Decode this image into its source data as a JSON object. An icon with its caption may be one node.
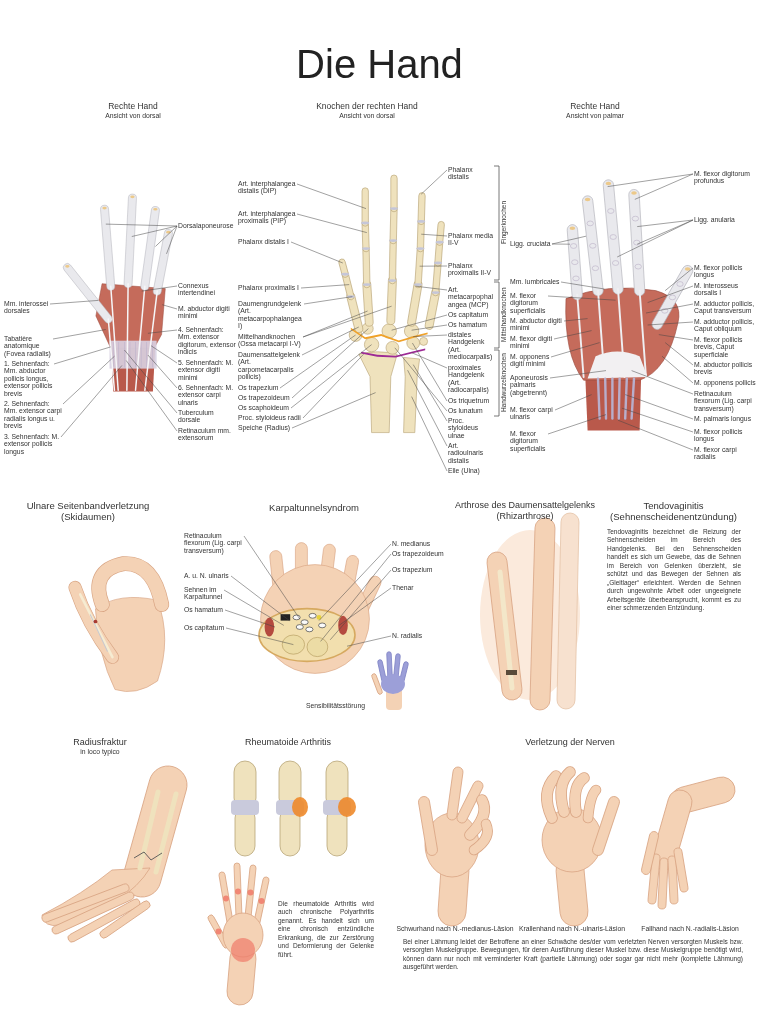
{
  "diagram": {
    "title": "Die Hand",
    "nodes": [
      {
        "text": [
          "Dorsalaponeurose"
        ]
      },
      {
        "text": [
          "Connexus intertendinei"
        ]
      },
      {
        "text": [
          "M. abductor digiti minimi"
        ]
      },
      {
        "text": [
          "4. Sehnenfach: Mm. extensor digitorum, extensor indicis"
        ]
      },
      {
        "text": [
          "5. Sehnenfach: M. extensor digiti minimi"
        ]
      },
      {
        "text": [
          "6. Sehnenfach: M. extensor carpi ulnaris"
        ]
      },
      {
        "text": [
          "Tuberculum dorsale"
        ]
      },
      {
        "text": [
          "Retinaculum mm. extensorum"
        ]
      },
      {
        "text": [
          "Mm. interossei dorsales"
        ]
      },
      {
        "text": [
          "Tabatière anatomique (Fovea radialis)"
        ]
      },
      {
        "text": [
          "1. Sehnenfach: Mm. abductor pollicis longus, extensor pollicis brevis"
        ]
      },
      {
        "text": [
          "2. Sehnenfach: Mm. extensor carpi radialis longus u. brevis"
        ]
      },
      {
        "text": [
          "3. Sehnenfach: M. extensor pollicis longus"
        ]
      },
      {
        "text": [
          "Art. interphalangea distalis (DIP)"
        ]
      },
      {
        "text": [
          "Art. interphalangea proximalis (PIP)"
        ]
      },
      {
        "text": [
          "Phalanx distalis I"
        ]
      },
      {
        "text": [
          "Phalanx proximalis I"
        ]
      },
      {
        "text": [
          "Daumengrundgelenk (Art. metacarpophalangea I)"
        ]
      },
      {
        "text": [
          "Mittelhandknochen (Ossa metacarpi I-V)"
        ]
      },
      {
        "text": [
          "Daumensattelgelenk (Art. carpometacarpalis pollicis)"
        ]
      },
      {
        "text": [
          "Os trapezium"
        ]
      },
      {
        "text": [
          "Os trapezoideum"
        ]
      },
      {
        "text": [
          "Os scaphoideum"
        ]
      },
      {
        "text": [
          "Proc. styloideus radii"
        ]
      },
      {
        "text": [
          "Speiche (Radius)"
        ]
      },
      {
        "text": [
          "Phalanx distalis"
        ]
      },
      {
        "text": [
          "Phalanx media II-V"
        ]
      },
      {
        "text": [
          "Phalanx proximalis II-V"
        ]
      },
      {
        "text": [
          "Art. metacarpophalangea (MCP)"
        ]
      },
      {
        "text": [
          "Os capitatum"
        ]
      },
      {
        "text": [
          "Os hamatum"
        ]
      },
      {
        "text": [
          "distales Handgelenk (Art. mediocarpalis)"
        ]
      },
      {
        "text": [
          "proximales Handgelenk (Art. radiocarpalis)"
        ]
      },
      {
        "text": [
          "Os triquetrum"
        ]
      },
      {
        "text": [
          "Os lunatum"
        ]
      },
      {
        "text": [
          "Proc. styloideus ulnae"
        ]
      },
      {
        "text": [
          "Art. radioulnaris distalis"
        ]
      },
      {
        "text": [
          "Elle (Ulna)"
        ]
      },
      {
        "text": [
          "M. flexor digitorum profundus"
        ]
      },
      {
        "text": [
          "Ligg. anularia"
        ]
      },
      {
        "text": [
          "M. flexor pollicis longus"
        ]
      },
      {
        "text": [
          "M. interosseus dorsalis I"
        ]
      },
      {
        "text": [
          "M. adductor pollicis, Caput transversum"
        ]
      },
      {
        "text": [
          "M. adductor pollicis, Caput obliquum"
        ]
      },
      {
        "text": [
          "M. flexor pollicis brevis, Caput superficiale"
        ]
      },
      {
        "text": [
          "M. abductor pollicis brevis"
        ]
      },
      {
        "text": [
          "M. opponens pollicis"
        ]
      },
      {
        "text": [
          "Retinaculum flexorum (Lig. carpi transversum)"
        ]
      },
      {
        "text": [
          "M. palmaris longus"
        ]
      },
      {
        "text": [
          "M. flexor pollicis longus"
        ]
      },
      {
        "text": [
          "M. flexor carpi radialis"
        ]
      },
      {
        "text": [
          "Ligg. cruciata"
        ]
      },
      {
        "text": [
          "Mm. lumbricales"
        ]
      },
      {
        "text": [
          "M. flexor digitorum superficialis"
        ]
      },
      {
        "text": [
          "M. abductor digiti minimi"
        ]
      },
      {
        "text": [
          "M. flexor digiti minimi"
        ]
      },
      {
        "text": [
          "M. opponens digiti minimi"
        ]
      },
      {
        "text": [
          "Aponeurosis palmaris (abgetrennt)"
        ]
      },
      {
        "text": [
          "M. flexor carpi ulnaris"
        ]
      },
      {
        "text": [
          "M. flexor digitorum superficialis"
        ]
      },
      {
        "text": [
          "Retinaculum flexorum (Lig. carpi transversum)"
        ]
      },
      {
        "text": [
          "A. u. N. ulnaris"
        ]
      },
      {
        "text": [
          "Sehnen im Karpaltunnel"
        ]
      },
      {
        "text": [
          "Os hamatum"
        ]
      },
      {
        "text": [
          "Os capitatum"
        ]
      },
      {
        "text": [
          "N. medianus"
        ]
      },
      {
        "text": [
          "Os trapezoideum"
        ]
      },
      {
        "text": [
          "Os trapezium"
        ]
      },
      {
        "text": [
          "Thenar"
        ]
      },
      {
        "text": [
          "N. radialis"
        ]
      }
    ],
    "edges": [
      {
        "from": 0,
        "to": null,
        "arrow": "none"
      },
      {
        "from": 0,
        "to": null,
        "arrow": "none"
      },
      {
        "from": 0,
        "to": null,
        "arrow": "none"
      },
      {
        "from": 0,
        "to": null,
        "arrow": "none"
      },
      {
        "from": 1,
        "to": null,
        "arrow": "none"
      },
      {
        "from": 2,
        "to": null,
        "arrow": "none"
      },
      {
        "from": 3,
        "to": null,
        "arrow": "none"
      },
      {
        "from": 4,
        "to": null,
        "arrow": "none"
      },
      {
        "from": 5,
        "to": null,
        "arrow": "none"
      },
      {
        "from": 6,
        "to": null,
        "arrow": "none"
      },
      {
        "from": 7,
        "to": null,
        "arrow": "none"
      },
      {
        "from": 8,
        "to": null,
        "arrow": "none"
      },
      {
        "from": 9,
        "to": null,
        "arrow": "none"
      },
      {
        "from": 10,
        "to": null,
        "arrow": "none"
      },
      {
        "from": 11,
        "to": null,
        "arrow": "none"
      },
      {
        "from": 12,
        "to": null,
        "arrow": "none"
      },
      {
        "from": 13,
        "to": null,
        "arrow": "none"
      },
      {
        "from": 14,
        "to": null,
        "arrow": "none"
      },
      {
        "from": 15,
        "to": null,
        "arrow": "none"
      },
      {
        "from": 16,
        "to": null,
        "arrow": "none"
      },
      {
        "from": 17,
        "to": null,
        "arrow": "none"
      },
      {
        "from": 18,
        "to": null,
        "arrow": "none"
      },
      {
        "from": 18,
        "to": null,
        "arrow": "none"
      },
      {
        "from": 19,
        "to": null,
        "arrow": "none"
      },
      {
        "from": 20,
        "to": null,
        "arrow": "none"
      },
      {
        "from": 21,
        "to": null,
        "arrow": "none"
      },
      {
        "from": 22,
        "to": null,
        "arrow": "none"
      },
      {
        "from": 23,
        "to": null,
        "arrow": "none"
      },
      {
        "from": 24,
        "to": null,
        "arrow": "none"
      },
      {
        "from": 25,
        "to": null,
        "arrow": "none"
      },
      {
        "from": 26,
        "to": null,
        "arrow": "none"
      },
      {
        "from": 27,
        "to": null,
        "arrow": "none"
      },
      {
        "from": 28,
        "to": null,
        "arrow": "none"
      },
      {
        "from": 29,
        "to": null,
        "arrow": "none"
      },
      {
        "from": 30,
        "to": null,
        "arrow": "none"
      },
      {
        "from": 31,
        "to": null,
        "arrow": "none"
      },
      {
        "from": 32,
        "to": null,
        "arrow": "none"
      },
      {
        "from": 33,
        "to": null,
        "arrow": "none"
      },
      {
        "from": 34,
        "to": null,
        "arrow": "none"
      },
      {
        "from": 35,
        "to": null,
        "arrow": "none"
      },
      {
        "from": 36,
        "to": null,
        "arrow": "none"
      },
      {
        "from": 37,
        "to": null,
        "arrow": "none"
      },
      {
        "from": 38,
        "to": null,
        "arrow": "none"
      },
      {
        "from": 38,
        "to": null,
        "arrow": "none"
      },
      {
        "from": 39,
        "to": null,
        "arrow": "none"
      },
      {
        "from": 39,
        "to": null,
        "arrow": "none"
      },
      {
        "from": 39,
        "to": null,
        "arrow": "none"
      },
      {
        "from": 40,
        "to": null,
        "arrow": "none"
      },
      {
        "from": 41,
        "to": null,
        "arrow": "none"
      },
      {
        "from": 42,
        "to": null,
        "arrow": "none"
      },
      {
        "from": 43,
        "to": null,
        "arrow": "none"
      },
      {
        "from": 44,
        "to": null,
        "arrow": "none"
      },
      {
        "from": 45,
        "to": null,
        "arrow": "none"
      },
      {
        "from": 46,
        "to": null,
        "arrow": "none"
      },
      {
        "from": 47,
        "to": null,
        "arrow": "none"
      },
      {
        "from": 48,
        "to": null,
        "arrow": "none"
      },
      {
        "from": 49,
        "to": null,
        "arrow": "none"
      },
      {
        "from": 50,
        "to": null,
        "arrow": "none"
      },
      {
        "from": 51,
        "to": null,
        "arrow": "none"
      },
      {
        "from": 51,
        "to": null,
        "arrow": "none"
      },
      {
        "from": 52,
        "to": null,
        "arrow": "none"
      },
      {
        "from": 53,
        "to": null,
        "arrow": "none"
      },
      {
        "from": 54,
        "to": null,
        "arrow": "none"
      },
      {
        "from": 55,
        "to": null,
        "arrow": "none"
      },
      {
        "from": 56,
        "to": null,
        "arrow": "none"
      },
      {
        "from": 57,
        "to": null,
        "arrow": "none"
      },
      {
        "from": 58,
        "to": null,
        "arrow": "none"
      },
      {
        "from": 59,
        "to": null,
        "arrow": "none"
      },
      {
        "from": 60,
        "to": null,
        "arrow": "none"
      },
      {
        "from": 61,
        "to": null,
        "arrow": "none"
      },
      {
        "from": 62,
        "to": null,
        "arrow": "none"
      },
      {
        "from": 63,
        "to": null,
        "arrow": "none"
      },
      {
        "from": 64,
        "to": null,
        "arrow": "none"
      },
      {
        "from": 65,
        "to": null,
        "arrow": "none"
      },
      {
        "from": 66,
        "to": null,
        "arrow": "none"
      },
      {
        "from": 67,
        "to": null,
        "arrow": "none"
      },
      {
        "from": 68,
        "to": null,
        "arrow": "none"
      },
      {
        "from": 69,
        "to": null,
        "arrow": "none"
      }
    ],
    "labels": [
      "Rechte Hand",
      "Ansicht von dorsal",
      "Knochen der rechten Hand",
      "Ansicht von dorsal",
      "Fingerknochen",
      "Mittelhandknochen",
      "Handwurzelknochen",
      "Rechte Hand",
      "Ansicht von palmar",
      "Ulnare Seitenbandverletzung (Skidaumen)",
      "Karpaltunnelsyndrom",
      "Sensibilitätsstörung",
      "Arthrose des Daumensattelgelenks (Rhizarthrose)",
      "Tendovaginitis (Sehnenscheidenentzündung)",
      "Tendovaginitis bezeichnet die Reizung der Sehnenscheiden im Bereich des Handgelenks. Bei den Sehnenscheiden handelt es sich um Gewebe, das die Sehnen im Bereich von Gelenken überzieht, sie schützt und das Bewegen der Sehnen als „Gleitlager“ erleichtert. Werden die Sehnen durch ungewohnte Arbeit oder ungeeignete Arbeitsgeräte überbeansprucht, kommt es zu einer schmerzenden Entzündung.",
      "Radiusfraktur",
      "in loco typico",
      "Rheumatoide Arthritis",
      "Die rheumatoide Arthritis wird auch chronische Polyarthritis genannt. Es handelt sich um eine chronisch entzündliche Erkrankung, die zur Zerstörung und Deformierung der Gelenke führt.",
      "Verletzung der Nerven",
      "Schwurhand nach N.-medianus-Läsion",
      "Krallenhand nach N.-ulnaris-Läsion",
      "Fallhand nach N.-radialis-Läsion",
      "Bei einer Lähmung leidet der Betroffene an einer Schwäche des/der vom verletzten Nerven versorgten Muskels bzw. versorgten Muskelgruppe. Bewegungen, für deren Ausführung dieser Muskel bzw. diese Muskelgruppe benötigt wird, können dann nur noch mit verminderter Kraft (partielle Lähmung) oder sogar gar nicht mehr (komplette Lähmung) ausgeführt werden."
    ]
  }
}
